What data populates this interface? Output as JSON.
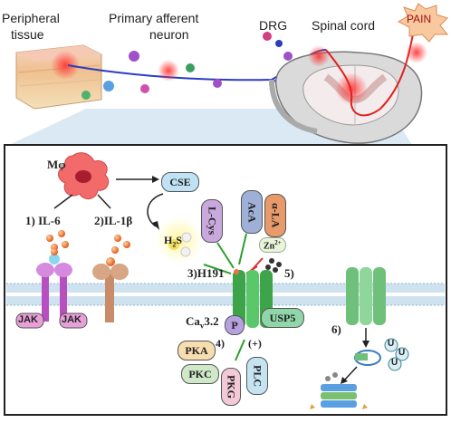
{
  "top_labels": {
    "peripheral_tissue": [
      "Peripheral",
      "tissue"
    ],
    "primary_afferent_neuron": [
      "Primary afferent",
      "neuron"
    ],
    "drg": "DRG",
    "spinal_cord": "Spinal cord",
    "pain": "PAIN"
  },
  "panel": {
    "macrophage": "Mφ",
    "il6": "1) IL-6",
    "il1b": "2)IL-1β",
    "cse": "CSE",
    "lcys": "L-Cys",
    "h2s": "H2S",
    "aca": "AcA",
    "ala": "α-LA",
    "zn": "Zn",
    "zn_sup": "2+",
    "h191": "3)H191",
    "step5": "5)",
    "cav32": "Ca",
    "cav32_sub": "v",
    "cav32_rest": "3.2",
    "p": "P",
    "plus": "(+)",
    "usp5": "USP5",
    "step4": "4)",
    "step6": "6)",
    "jak1": "JAK",
    "jak2": "JAK",
    "pka": "PKA",
    "pkc": "PKC",
    "pkg": "PKG",
    "plc": "PLC",
    "u": "U"
  },
  "colors": {
    "cse": "#bfe3f4",
    "lcys": "#c9a8de",
    "aca": "#9fb0d8",
    "ala": "#e89a6a",
    "usp5": "#8fd6a8",
    "pka": "#f7ddb0",
    "pkc": "#cfe8c8",
    "pkg": "#f3c9d8",
    "plc": "#c6e3f2",
    "pain": "#e03030",
    "channel": "#4caf50",
    "membrane": "#b9d4e6"
  }
}
